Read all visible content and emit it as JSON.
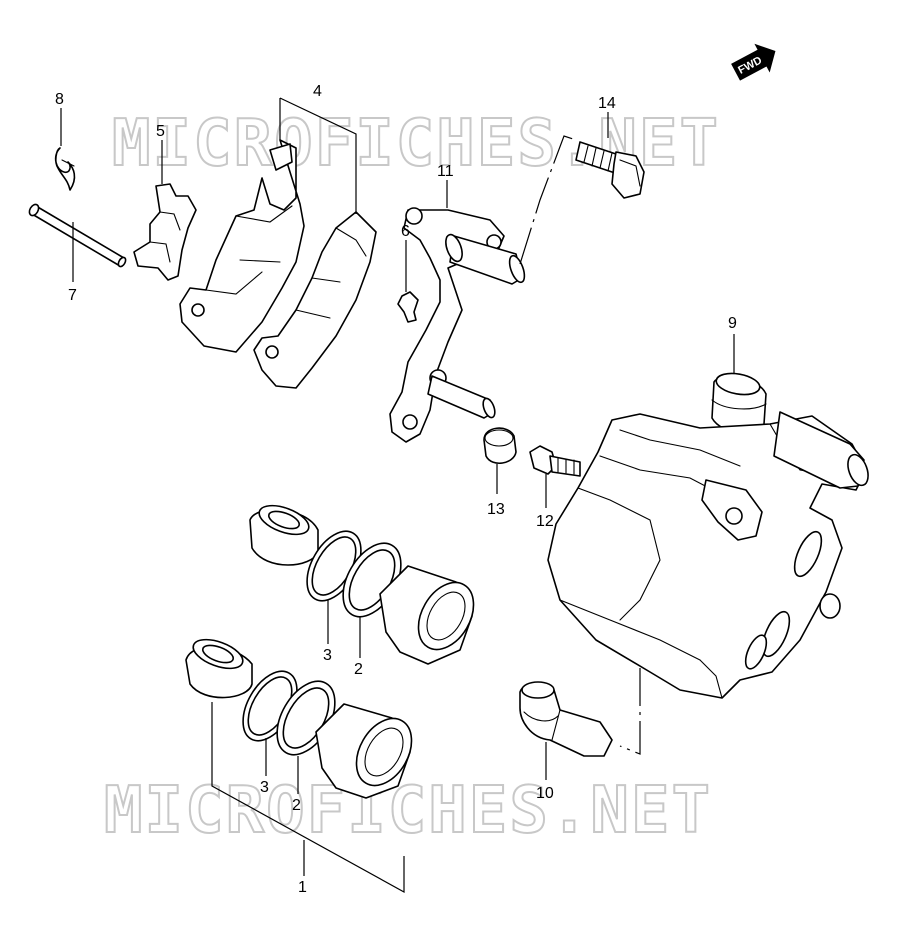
{
  "watermark": {
    "top": "MICROFICHES.NET",
    "bottom": "MICROFICHES.NET"
  },
  "fwd_label": "FWD",
  "callouts": [
    {
      "id": "c1",
      "label": "1"
    },
    {
      "id": "c2a",
      "label": "2"
    },
    {
      "id": "c2b",
      "label": "2"
    },
    {
      "id": "c3a",
      "label": "3"
    },
    {
      "id": "c3b",
      "label": "3"
    },
    {
      "id": "c4",
      "label": "4"
    },
    {
      "id": "c5",
      "label": "5"
    },
    {
      "id": "c6",
      "label": "6"
    },
    {
      "id": "c7",
      "label": "7"
    },
    {
      "id": "c8",
      "label": "8"
    },
    {
      "id": "c9",
      "label": "9"
    },
    {
      "id": "c10",
      "label": "10"
    },
    {
      "id": "c11",
      "label": "11"
    },
    {
      "id": "c12",
      "label": "12"
    },
    {
      "id": "c13",
      "label": "13"
    },
    {
      "id": "c14",
      "label": "14"
    }
  ]
}
